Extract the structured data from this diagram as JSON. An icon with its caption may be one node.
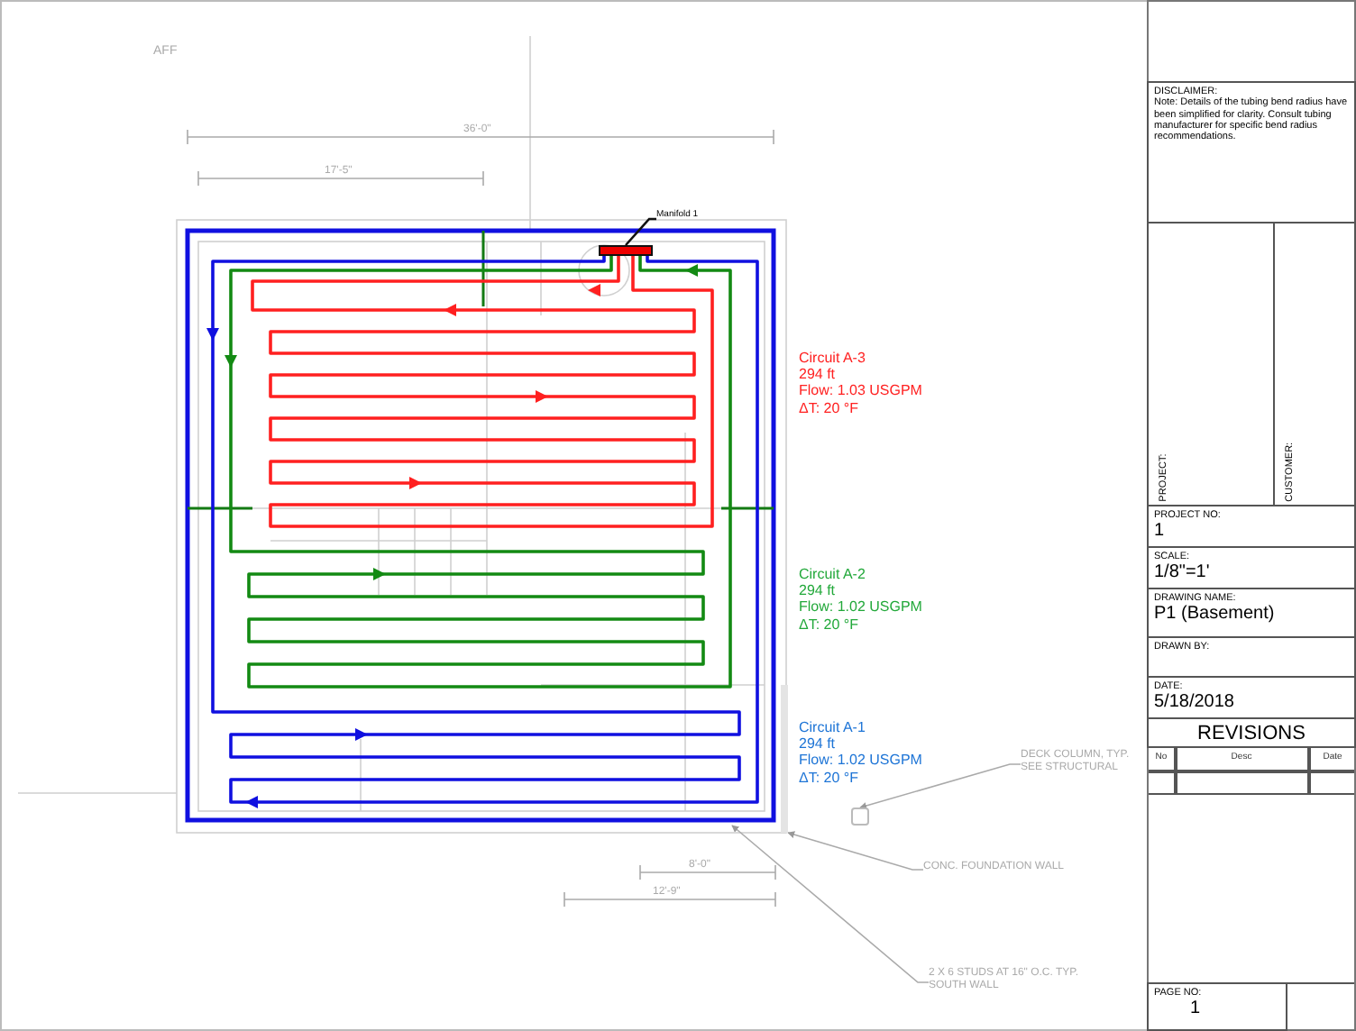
{
  "diagram": {
    "nodes": [
      {
        "text": [
          "DISCLAIMER:",
          "Note: Details of the tubing bend radius have been simplified for clarity. Consult tubing manufacturer for specific bend radius recommendations."
        ]
      },
      {
        "text": [
          "PROJECT:"
        ]
      },
      {
        "text": [
          "CUSTOMER:"
        ]
      },
      {
        "text": [
          "PROJECT NO:",
          "1"
        ]
      },
      {
        "text": [
          "SCALE:",
          "1/8\"=1'"
        ]
      },
      {
        "text": [
          "DRAWING NAME:",
          "P1 (Basement)"
        ]
      },
      {
        "text": [
          "DRAWN BY:"
        ]
      },
      {
        "text": [
          "DATE:",
          "5/18/2018"
        ]
      },
      {
        "text": [
          "REVISIONS"
        ]
      },
      {
        "text": [
          "PAGE NO:",
          "1"
        ]
      },
      {
        "text": [
          "Circuit A-3",
          "294 ft",
          "Flow: 1.03 USGPM",
          "ΔT: 20 °F"
        ]
      },
      {
        "text": [
          "Circuit A-2",
          "294 ft",
          "Flow: 1.02 USGPM",
          "ΔT: 20 °F"
        ]
      },
      {
        "text": [
          "Circuit A-1",
          "294 ft",
          "Flow: 1.02 USGPM",
          "ΔT: 20 °F"
        ]
      },
      {
        "text": [
          "Manifold 1"
        ]
      },
      {
        "text": [],
        "shape": "bar"
      },
      {
        "text": [
          "DECK COLUMN, TYP. SEE STRUCTURAL"
        ]
      },
      {
        "text": [],
        "shape": "box"
      },
      {
        "text": [
          "CONC. FOUNDATION WALL"
        ]
      },
      {
        "text": [
          "2 X 6 STUDS AT 16\" O.C. TYP. SOUTH WALL"
        ]
      },
      {
        "text": [],
        "shape": "bar"
      }
    ],
    "edges": [
      {
        "from": 13,
        "to": 14,
        "arrow": "none",
        "color": "#111111"
      },
      {
        "from": 15,
        "to": 16,
        "arrow": "to"
      },
      {
        "from": 17,
        "to": 19,
        "arrow": "to"
      },
      {
        "from": 18,
        "to": null,
        "arrow": "to"
      }
    ],
    "labels": [
      "AFF",
      "36'-0\"",
      "17'-5\"",
      "8'-0\"",
      "12'-9\"",
      "No",
      "Desc",
      "Date"
    ]
  }
}
